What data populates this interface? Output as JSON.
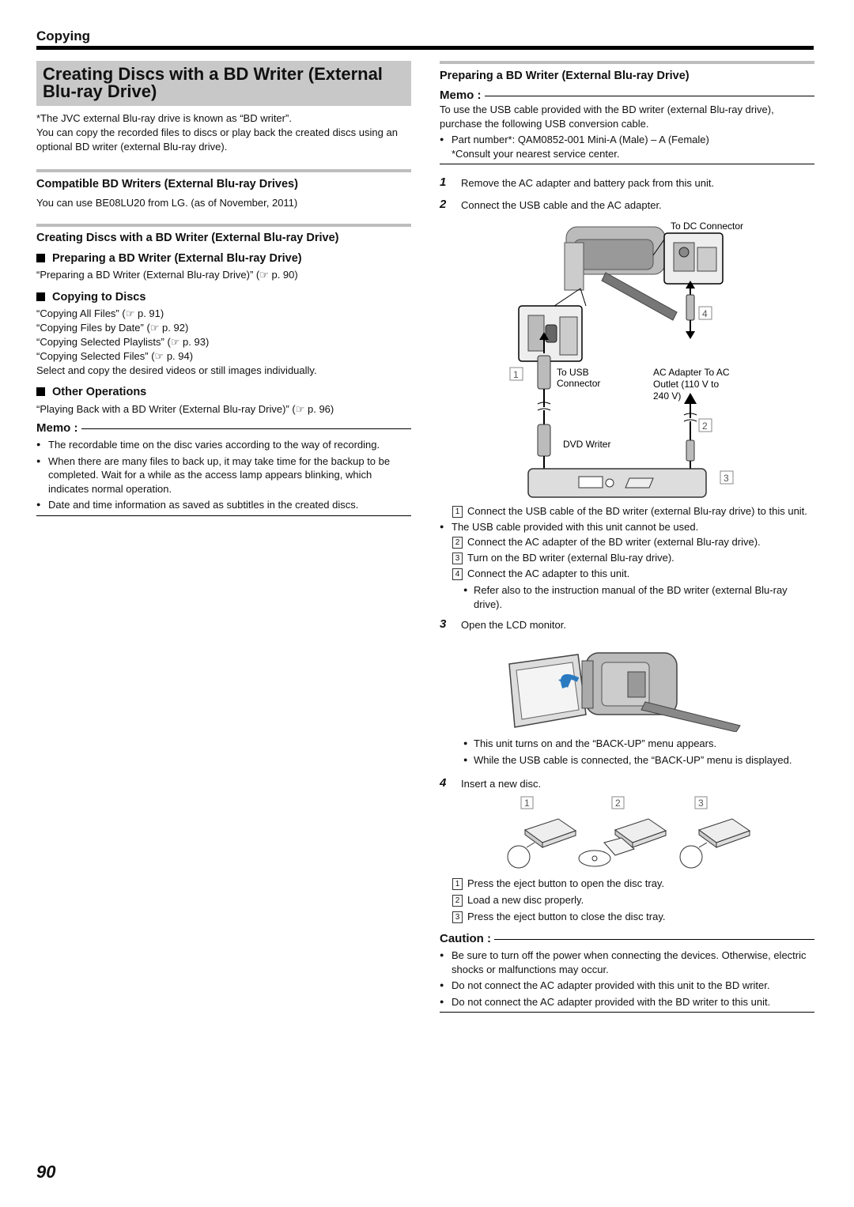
{
  "section": "Copying",
  "page_number": "90",
  "left": {
    "title": "Creating Discs with a BD Writer (External Blu-ray Drive)",
    "intro": [
      "*The JVC external Blu-ray drive is known as “BD writer”.",
      "You can copy the recorded files to discs or play back the created discs using an optional BD writer (external Blu-ray drive)."
    ],
    "compatible_heading": "Compatible BD Writers (External Blu-ray Drives)",
    "compatible_text": "You can use BE08LU20 from LG. (as of November, 2011)",
    "creating_heading": "Creating Discs with a BD Writer (External Blu-ray Drive)",
    "preparing_sub": "Preparing a BD Writer (External Blu-ray Drive)",
    "preparing_ref": "“Preparing a BD Writer (External Blu-ray Drive)” (☞ p. 90)",
    "copying_sub": "Copying to Discs",
    "copying_refs": [
      "“Copying All Files” (☞ p. 91)",
      "“Copying Files by Date” (☞ p. 92)",
      "“Copying Selected Playlists” (☞ p. 93)",
      "“Copying Selected Files” (☞ p. 94)"
    ],
    "copying_note": "Select and copy the desired videos or still images individually.",
    "other_sub": "Other Operations",
    "other_ref": "“Playing Back with a BD Writer (External Blu-ray Drive)” (☞ p. 96)",
    "memo_label": "Memo :",
    "memo_items": [
      "The recordable time on the disc varies according to the way of recording.",
      "When there are many files to back up, it may take time for the backup to be completed. Wait for a while as the access lamp appears blinking, which indicates normal operation.",
      "Date and time information as saved as subtitles in the created discs."
    ]
  },
  "right": {
    "heading": "Preparing a BD Writer (External Blu-ray Drive)",
    "memo_label": "Memo :",
    "memo_text": "To use the USB cable provided with the BD writer (external Blu-ray drive), purchase the following USB conversion cable.",
    "memo_bullet": "Part number*: QAM0852-001 Mini-A (Male) – A (Female)",
    "memo_note": "*Consult your nearest service center.",
    "steps": [
      {
        "num": "1",
        "text": "Remove the AC adapter and battery pack from this unit."
      },
      {
        "num": "2",
        "text": "Connect the USB cable and the AC adapter."
      },
      {
        "num": "3",
        "text": "Open the LCD monitor."
      },
      {
        "num": "4",
        "text": "Insert a new disc."
      }
    ],
    "diagram_labels": {
      "dc": "To DC Connector",
      "usb1": "To USB",
      "usb2": "Connector",
      "ac1": "AC Adapter To AC",
      "ac2": "Outlet (110 V to",
      "ac3": "240 V)",
      "dvd": "DVD Writer",
      "n1": "1",
      "n2": "2",
      "n3": "3",
      "n4": "4"
    },
    "connect_items": [
      {
        "n": "1",
        "text": "Connect the USB cable of the BD writer (external Blu-ray drive) to this unit."
      },
      {
        "n": "2",
        "text": "Connect the AC adapter of the BD writer (external Blu-ray drive)."
      },
      {
        "n": "3",
        "text": "Turn on the BD writer (external Blu-ray drive)."
      },
      {
        "n": "4",
        "text": "Connect the AC adapter to this unit."
      }
    ],
    "usb_note": "The USB cable provided with this unit cannot be used.",
    "refer_note": "Refer also to the instruction manual of the BD writer (external Blu-ray drive).",
    "lcd_notes": [
      "This unit turns on and the “BACK-UP” menu appears.",
      "While the USB cable is connected, the “BACK-UP” menu is displayed."
    ],
    "disc_labels": [
      "1",
      "2",
      "3"
    ],
    "disc_items": [
      {
        "n": "1",
        "text": "Press the eject button to open the disc tray."
      },
      {
        "n": "2",
        "text": "Load a new disc properly."
      },
      {
        "n": "3",
        "text": "Press the eject button to close the disc tray."
      }
    ],
    "caution_label": "Caution :",
    "caution_items": [
      "Be sure to turn off the power when connecting the devices. Otherwise, electric shocks or malfunctions may occur.",
      "Do not connect the AC adapter provided with this unit to the BD writer.",
      "Do not connect the AC adapter provided with the BD writer to this unit."
    ]
  }
}
